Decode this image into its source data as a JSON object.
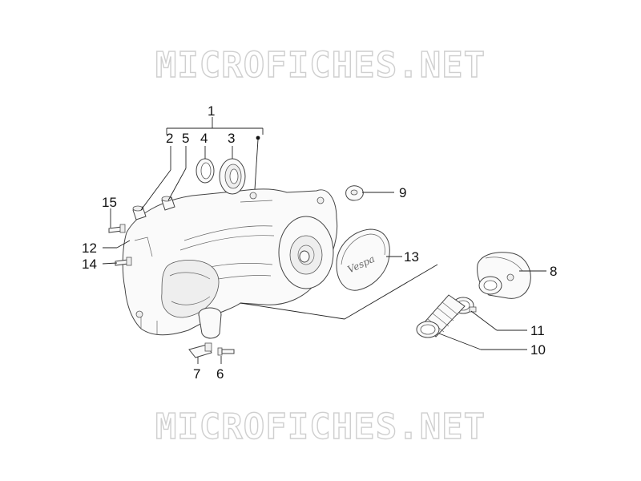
{
  "watermark": {
    "top": "MICROFICHES.NET",
    "bottom": "MICROFICHES.NET"
  },
  "callouts": {
    "c1": "1",
    "c2": "2",
    "c3": "3",
    "c4": "4",
    "c5": "5",
    "c6": "6",
    "c7": "7",
    "c8": "8",
    "c9": "9",
    "c10": "10",
    "c11": "11",
    "c12": "12",
    "c13": "13",
    "c14": "14",
    "c15": "15"
  },
  "cover_logo_text": "Vespa"
}
